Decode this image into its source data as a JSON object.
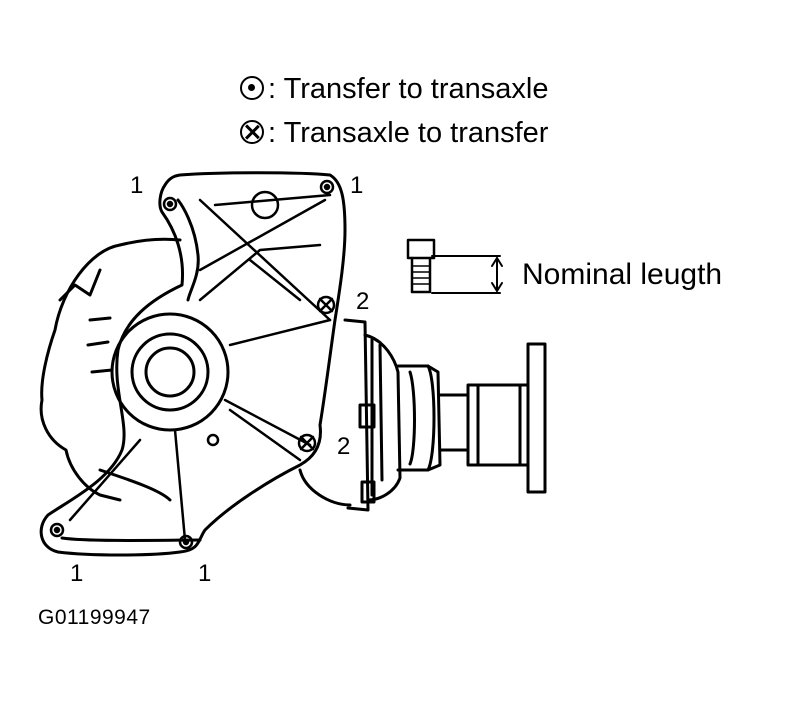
{
  "legend": {
    "dot_text": ": Transfer to transaxle",
    "cross_text": ": Transaxle to transfer",
    "dot_icon": "circle-dot-icon",
    "cross_icon": "circle-cross-icon"
  },
  "labels": {
    "bolt_1": "1",
    "bolt_2": "2"
  },
  "bolt_inset": {
    "label": "Nominal leugth"
  },
  "figure_id": "G01199947"
}
